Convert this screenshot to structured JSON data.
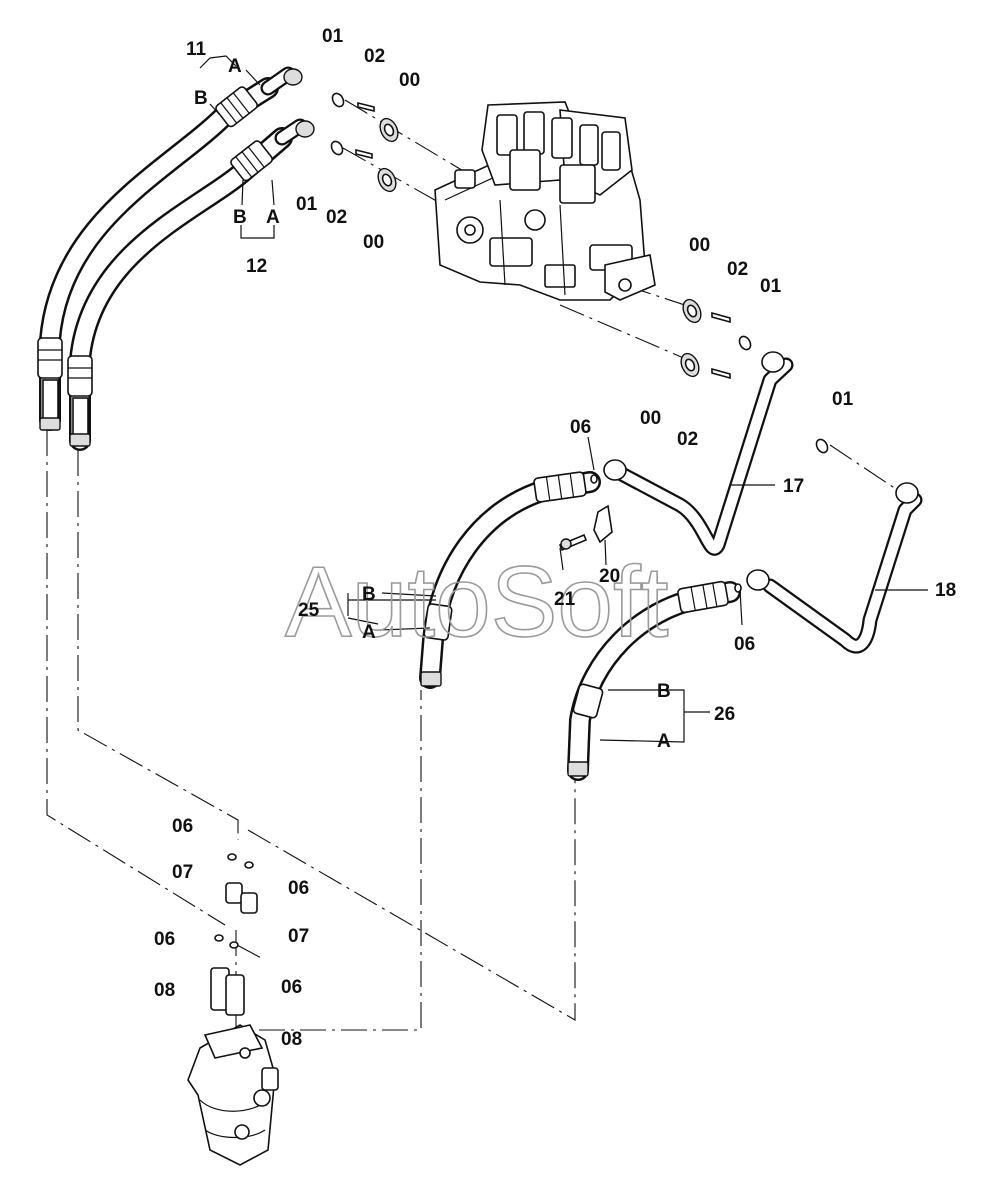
{
  "watermark": "AutoSoft",
  "callouts": {
    "hose_11": "11",
    "hose_12": "12",
    "hose_25": "25",
    "hose_26": "26",
    "pipe_17": "17",
    "pipe_18": "18",
    "clamp_20": "20",
    "bolt_21": "21"
  },
  "labels": [
    "01",
    "02",
    "00",
    "01",
    "02",
    "00",
    "00",
    "02",
    "01",
    "00",
    "02",
    "01",
    "06",
    "06",
    "06",
    "07",
    "06",
    "07",
    "06",
    "08",
    "06",
    "08"
  ],
  "ends": {
    "h11_a": "A",
    "h11_b": "B",
    "h12_b": "B",
    "h12_a": "A",
    "h25_b": "B",
    "h25_a": "A",
    "h26_b": "B",
    "h26_a": "A"
  }
}
